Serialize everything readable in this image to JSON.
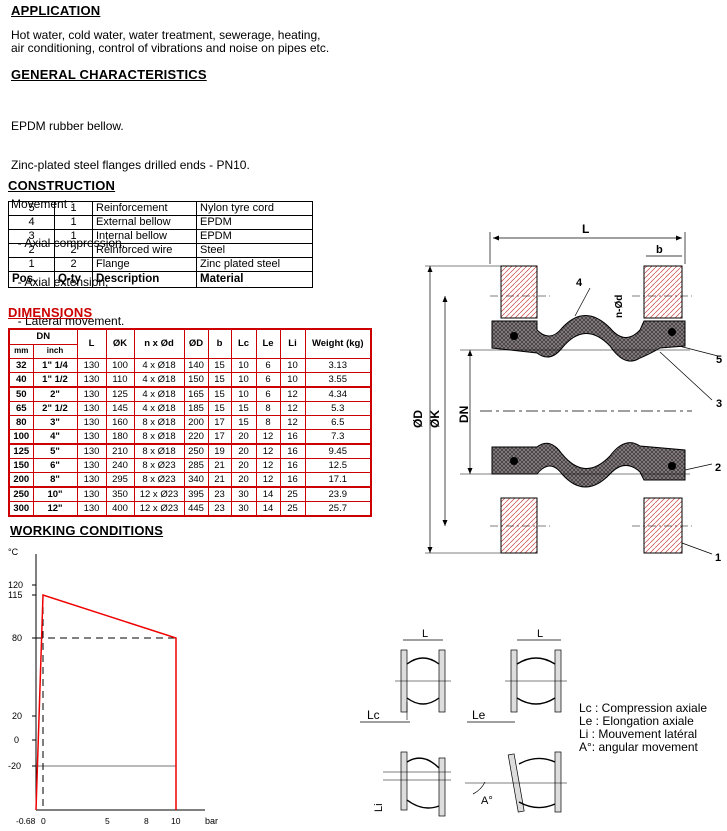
{
  "application": {
    "heading": "APPLICATION",
    "lines": [
      "Hot water, cold water, water treatment, sewerage, heating,",
      "air conditioning, control of vibrations and noise on pipes etc."
    ]
  },
  "general": {
    "heading": "GENERAL CHARACTERISTICS",
    "lines": [
      "EPDM rubber bellow.",
      "Zinc-plated steel flanges drilled ends - PN10.",
      "Movement :",
      "  - Axial compression,",
      "  - Axial extension,",
      "  - Lateral movement."
    ]
  },
  "construction": {
    "heading": "CONSTRUCTION",
    "rows": [
      [
        "5",
        "1",
        "Reinforcement",
        "Nylon tyre cord"
      ],
      [
        "4",
        "1",
        "External bellow",
        "EPDM"
      ],
      [
        "3",
        "1",
        "Internal bellow",
        "EPDM"
      ],
      [
        "2",
        "2",
        "Reinforced wire",
        "Steel"
      ],
      [
        "1",
        "2",
        "Flange",
        "Zinc plated steel"
      ]
    ],
    "header": [
      "Pos.",
      "Q-ty",
      "Description",
      "Material"
    ]
  },
  "dimensions": {
    "heading": "DIMENSIONS",
    "header": {
      "dn": "DN",
      "mm": "mm",
      "inch": "inch",
      "L": "L",
      "K": "ØK",
      "nxd": "n x Ød",
      "D": "ØD",
      "b": "b",
      "Lc": "Lc",
      "Le": "Le",
      "Li": "Li",
      "weight": "Weight (kg)"
    },
    "rows": [
      [
        "32",
        "1\" 1/4",
        "130",
        "100",
        "4 x Ø18",
        "140",
        "15",
        "10",
        "6",
        "10",
        "3.13"
      ],
      [
        "40",
        "1\" 1/2",
        "130",
        "110",
        "4 x Ø18",
        "150",
        "15",
        "10",
        "6",
        "10",
        "3.55"
      ],
      [
        "50",
        "2\"",
        "130",
        "125",
        "4 x Ø18",
        "165",
        "15",
        "10",
        "6",
        "12",
        "4.34"
      ],
      [
        "65",
        "2\" 1/2",
        "130",
        "145",
        "4 x Ø18",
        "185",
        "15",
        "15",
        "8",
        "12",
        "5.3"
      ],
      [
        "80",
        "3\"",
        "130",
        "160",
        "8 x Ø18",
        "200",
        "17",
        "15",
        "8",
        "12",
        "6.5"
      ],
      [
        "100",
        "4\"",
        "130",
        "180",
        "8 x Ø18",
        "220",
        "17",
        "20",
        "12",
        "16",
        "7.3"
      ],
      [
        "125",
        "5\"",
        "130",
        "210",
        "8 x Ø18",
        "250",
        "19",
        "20",
        "12",
        "16",
        "9.45"
      ],
      [
        "150",
        "6\"",
        "130",
        "240",
        "8 x Ø23",
        "285",
        "21",
        "20",
        "12",
        "16",
        "12.5"
      ],
      [
        "200",
        "8\"",
        "130",
        "295",
        "8 x Ø23",
        "340",
        "21",
        "20",
        "12",
        "16",
        "17.1"
      ],
      [
        "250",
        "10\"",
        "130",
        "350",
        "12 x Ø23",
        "395",
        "23",
        "30",
        "14",
        "25",
        "23.9"
      ],
      [
        "300",
        "12\"",
        "130",
        "400",
        "12 x Ø23",
        "445",
        "23",
        "30",
        "14",
        "25",
        "25.7"
      ]
    ]
  },
  "working": {
    "heading": "WORKING CONDITIONS",
    "unit_y": "°C",
    "unit_x": "bar",
    "y_ticks": [
      "120",
      "115",
      "80",
      "20",
      "0",
      "-20"
    ],
    "x_ticks": [
      "-0.68",
      "0",
      "5",
      "8",
      "10"
    ]
  },
  "drawing": {
    "L": "L",
    "b": "b",
    "nd": "n-Ød",
    "D": "ØD",
    "K": "ØK",
    "DN": "DN",
    "callouts": [
      "4",
      "5",
      "3",
      "2",
      "1"
    ]
  },
  "legend": {
    "L1": "L",
    "L2": "L",
    "Lc": "Lc",
    "Le": "Le",
    "Li": "Li",
    "A": "A°",
    "lines": [
      "Lc : Compression axiale",
      "Le : Elongation axiale",
      "Li : Mouvement latéral",
      "A°: angular movement"
    ]
  }
}
